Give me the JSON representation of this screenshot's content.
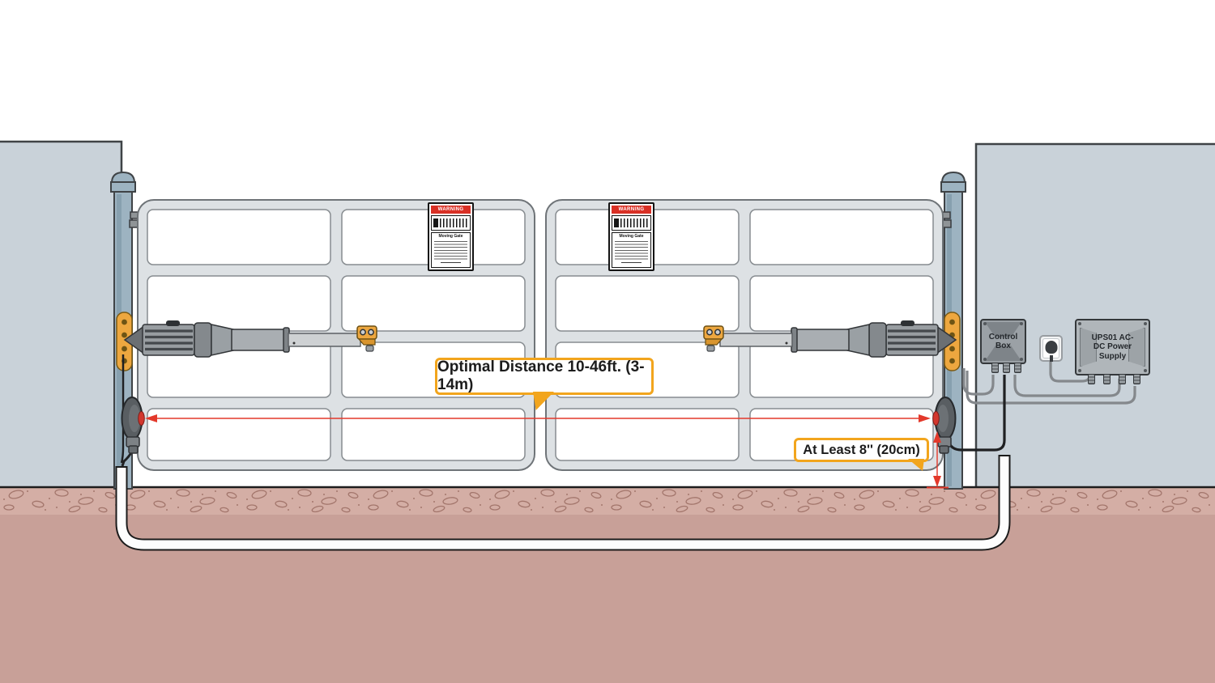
{
  "scene": {
    "callouts": {
      "optimal_distance": "Optimal Distance 10-46ft. (3-14m)",
      "sensor_height": "At Least 8'' (20cm)"
    },
    "devices": {
      "control_box": "Control Box",
      "power_supply": "UPS01 AC-DC Power Supply"
    },
    "warning_label": {
      "header": "WARNING",
      "title": "Moving Gate"
    },
    "colors": {
      "callout_border": "#F2A51D",
      "measure_red": "#E3392B",
      "hinge_yellow": "#EDA73F",
      "wall_gray": "#C9D2D9",
      "post_blue_gray": "#9DB3C1",
      "gate_tube_gray": "#DDE1E4",
      "ground_pink": "#C8A098",
      "ground_band_pink": "#D4AEA5",
      "warning_red": "#D93025",
      "conduit_white": "#FDFDFD"
    }
  }
}
